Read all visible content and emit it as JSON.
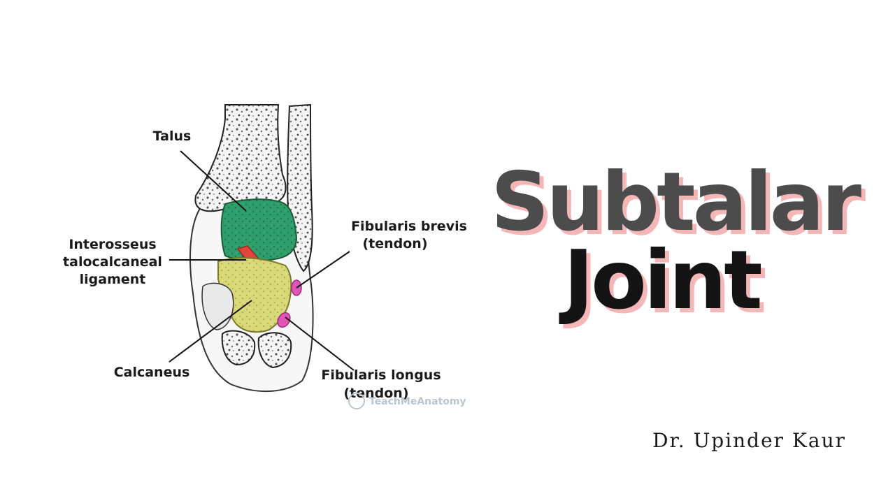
{
  "title": {
    "line1": "Subtalar",
    "line2": "Joint"
  },
  "author": "Dr. Upinder Kaur",
  "watermark": "TeachMeAnatomy",
  "labels": {
    "talus": "Talus",
    "interosseus": [
      "Interosseus",
      "talocalcaneal",
      "ligament"
    ],
    "calcaneus": "Calcaneus",
    "fibularis_brevis": [
      "Fibularis brevis",
      "(tendon)"
    ],
    "fibularis_longus": [
      "Fibularis longus",
      "(tendon)"
    ]
  },
  "colors": {
    "talus": "#2e9e6b",
    "calcaneus": "#d8d878",
    "ligament": "#e0443c",
    "tendon": "#e255b8",
    "title_shadow": "#f4b6b6",
    "title_line1": "#4c4c4c",
    "title_line2": "#141414"
  }
}
